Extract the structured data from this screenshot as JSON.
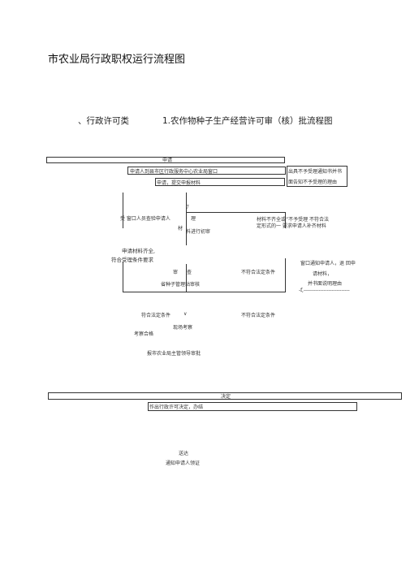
{
  "document": {
    "title": "市农业局行政职权运行流程图",
    "section_label": "、行政许可类",
    "flow_title": "1.农作物种子生产经营许可审（核）批流程图"
  },
  "flow": {
    "apply_header": "申请",
    "apply_step1": "申请人到县市区行政服务中心农业局窗口",
    "apply_step2": "申请，提交申报材料",
    "reject_line1": "出具不予受理通知书并书",
    "reject_line2": "面告知不予受理的理由",
    "mark_7": "7",
    "accept_a": "受 窗口人员查验申请人",
    "accept_b": "理",
    "accept_c": "材",
    "accept_d": "料进行初审",
    "incomplete_line1": "材料不齐全或“不予受理 不符合法",
    "incomplete_line2": "定形式的一 要求申请人补齐材料",
    "complete_line1": "申请材料齐全,",
    "complete_line2": "符合受理条件要求",
    "notify_line1": "窗口通知申请人，退 回申",
    "notify_line2": "请材料，",
    "notify_line3": "并书面说明理由",
    "notify_dashes": "-f,----------------------------",
    "review_a": "审",
    "review_b": "查",
    "review_c": "省种子管理站审核",
    "fail_legal_1": "不符合法定条件",
    "pass_legal": "符合法定条件",
    "mark_small": "∨",
    "fail_legal_2": "不符合法定条件",
    "inspect": "现场考察",
    "inspect_pass": "考察合格",
    "report": "报市农业局主管领导审批",
    "decision_header": "决定",
    "decision_step": "作出行政许可决定，办结",
    "deliver": "送达",
    "deliver_step": "通知申请人领证"
  }
}
